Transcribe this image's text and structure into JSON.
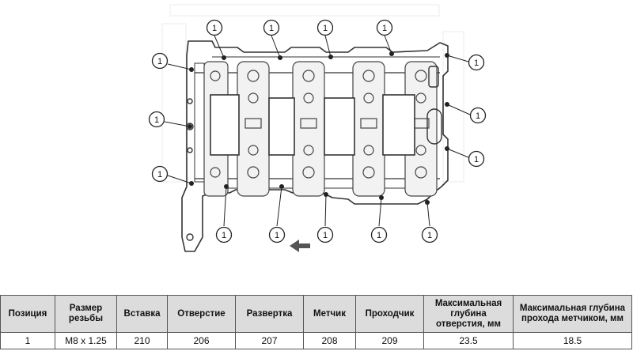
{
  "diagram": {
    "callout_label": "1"
  },
  "table": {
    "headers": [
      "Позиция",
      "Размер резьбы",
      "Вставка",
      "Отверстие",
      "Развертка",
      "Метчик",
      "Проходчик",
      "Максимальная глубина отверстия, мм",
      "Максимальная глубина прохода метчиком, мм"
    ],
    "rows": [
      [
        "1",
        "M8 x 1.25",
        "210",
        "206",
        "207",
        "208",
        "209",
        "23.5",
        "18.5"
      ]
    ]
  }
}
